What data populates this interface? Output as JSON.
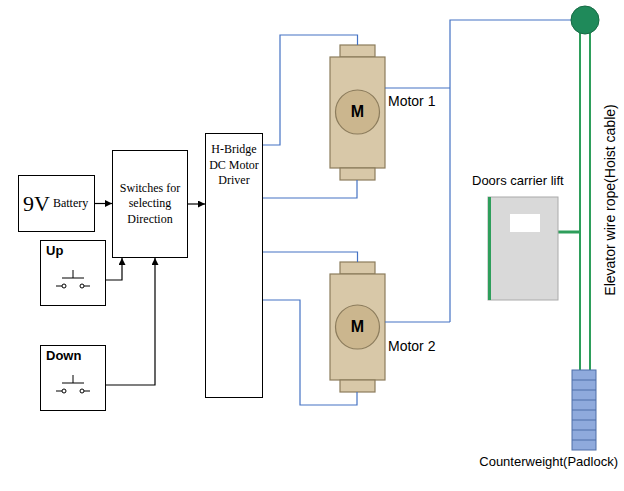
{
  "diagram": {
    "nodes": [
      {
        "text": [
          "9V",
          "Battery"
        ]
      },
      {
        "text": [
          "Switches for selecting Direction"
        ]
      },
      {
        "text": [
          "H-Bridge DC Motor Driver"
        ]
      },
      {
        "text": [
          "Up"
        ]
      },
      {
        "text": [
          "Down"
        ]
      },
      {
        "text": [
          "M",
          "Motor 1"
        ]
      },
      {
        "text": [
          "M",
          "Motor 2"
        ]
      },
      {
        "text": [
          "Doors carrier lift"
        ]
      },
      {
        "text": [
          "Counterweight(Padlock)"
        ]
      }
    ],
    "edges": [
      {
        "from": 0,
        "to": 1,
        "arrow": "to"
      },
      {
        "from": 3,
        "to": 1,
        "arrow": "to"
      },
      {
        "from": 4,
        "to": 1,
        "arrow": "to"
      },
      {
        "from": 1,
        "to": 2,
        "arrow": "to"
      },
      {
        "from": 2,
        "to": 5,
        "arrow": "none"
      },
      {
        "from": 2,
        "to": 6,
        "arrow": "none"
      }
    ],
    "labels": [
      "Elevator wire rope(Hoist cable)"
    ]
  }
}
